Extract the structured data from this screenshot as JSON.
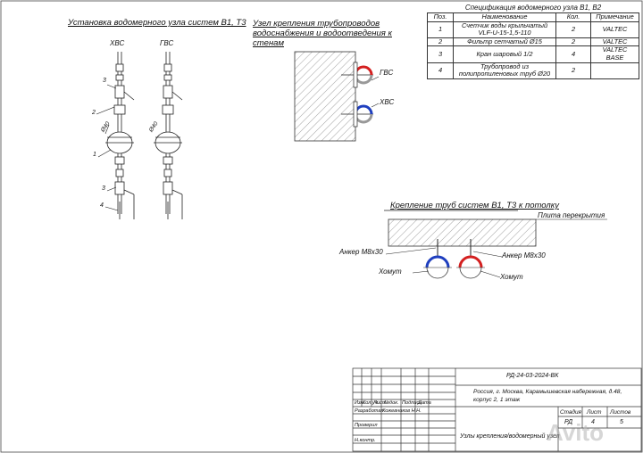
{
  "titles": {
    "left": "Установка водомерного узла систем В1, Т3",
    "middle": "Узел крепления трубопроводов водоснабжения и водоотведения к стенам",
    "bottom": "Крепление труб систем В1, Т3 к потолку"
  },
  "riser_labels": {
    "cold": "ХВС",
    "hot": "ГВС",
    "dia1": "Ø40",
    "dia2": "Ø40",
    "n1": "1",
    "n2": "2",
    "n3": "3",
    "n3b": "3",
    "n4": "4"
  },
  "wall_labels": {
    "hot": "ГВС",
    "cold": "ХВС"
  },
  "ceiling_labels": {
    "slab": "Плита перекрытия",
    "anchor_left": "Анкер М8х30",
    "anchor_right": "Анкер М8х30",
    "clamp_left": "Хомут",
    "clamp_right": "Хомут"
  },
  "spec": {
    "caption": "Спецификация водомерного узла В1, В2",
    "headers": [
      "Поз.",
      "Наименование",
      "Кол.",
      "Примечание"
    ],
    "rows": [
      [
        "1",
        "Счетчик воды крыльчатый VLF-U-15-1,5-110",
        "2",
        "VALTEC"
      ],
      [
        "2",
        "Фильтр сетчатый Ø15",
        "2",
        "VALTEC"
      ],
      [
        "3",
        "Кран шаровый 1/2",
        "4",
        "VALTEC BASE"
      ],
      [
        "4",
        "Трубопровод из полипропиленовых труб Ø20",
        "2",
        ""
      ]
    ]
  },
  "stamp": {
    "code": "РД-24-03-2024-ВК",
    "address": "Россия, г. Москва, Карамышевская набережная, д.48, корпус 2, 1 этаж",
    "cols": [
      "Изм.",
      "Кол.уч.",
      "Лист",
      "№док.",
      "Подпись",
      "Дата"
    ],
    "developed": "Разработал",
    "developer": "Кожевников Н.Н.",
    "checked": "Проверил",
    "norm": "Н.контр.",
    "stage_h": "Стадия",
    "sheet_h": "Лист",
    "sheets_h": "Листов",
    "stage": "РД",
    "sheet": "4",
    "sheets": "5",
    "sheet_title": "Узлы крепления/водомерный узел"
  },
  "watermark": "Avito",
  "colors": {
    "hot": "#d42020",
    "cold": "#1f3fbf",
    "hatch": "#555555"
  }
}
